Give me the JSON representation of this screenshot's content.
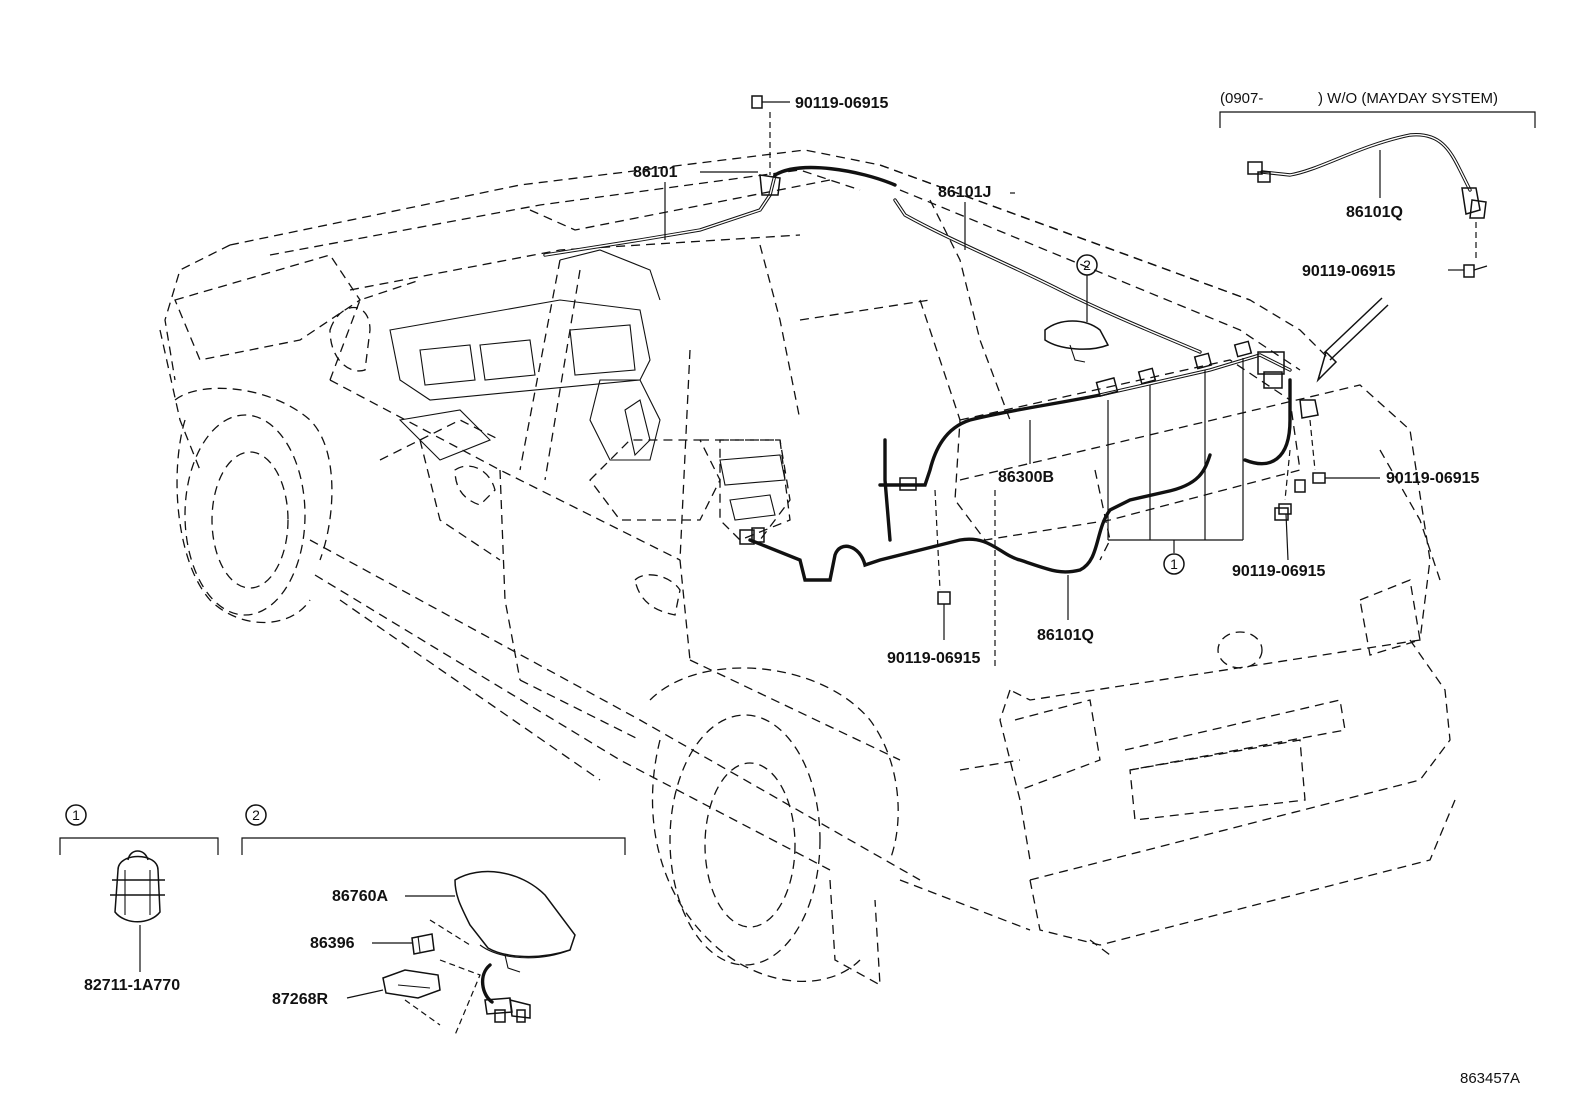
{
  "figure_code": "863457A",
  "variant_note": {
    "range": "(0907-",
    "condition": ") W/O (MAYDAY SYSTEM)"
  },
  "part_labels": {
    "p86101": "86101",
    "p86101J": "86101J",
    "p86101Q_main": "86101Q",
    "p86101Q_inset": "86101Q",
    "p86300B": "86300B",
    "bolt_roof": "90119-06915",
    "bolt_inset": "90119-06915",
    "bolt_rear_right": "90119-06915",
    "bolt_rear_lower": "90119-06915",
    "bolt_center": "90119-06915",
    "p86760A": "86760A",
    "p86396": "86396",
    "p87268R": "87268R",
    "p82711": "82711-1A770"
  },
  "callouts": {
    "c1_main": "1",
    "c2_main": "2",
    "c1_detail": "1",
    "c2_detail": "2"
  }
}
